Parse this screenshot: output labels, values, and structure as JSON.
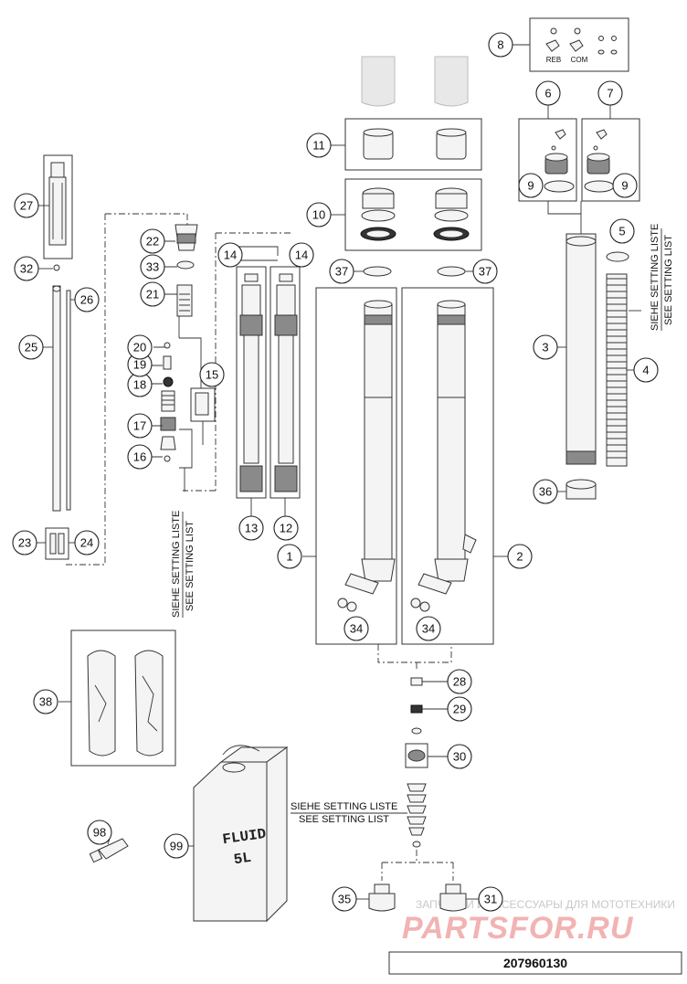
{
  "callouts": {
    "c1": "1",
    "c2": "2",
    "c3": "3",
    "c4": "4",
    "c5": "5",
    "c6": "6",
    "c7": "7",
    "c8": "8",
    "c9a": "9",
    "c9b": "9",
    "c10": "10",
    "c11": "11",
    "c12": "12",
    "c13": "13",
    "c14a": "14",
    "c14b": "14",
    "c15": "15",
    "c16": "16",
    "c17": "17",
    "c18": "18",
    "c19": "19",
    "c20": "20",
    "c21": "21",
    "c22": "22",
    "c23": "23",
    "c24": "24",
    "c25": "25",
    "c26": "26",
    "c27": "27",
    "c28": "28",
    "c29": "29",
    "c30": "30",
    "c31": "31",
    "c32": "32",
    "c33": "33",
    "c34a": "34",
    "c34b": "34",
    "c35": "35",
    "c36": "36",
    "c37a": "37",
    "c37b": "37",
    "c38": "38",
    "c98": "98",
    "c99": "99"
  },
  "notes": {
    "setting_de": "SIEHE SETTING LISTE",
    "setting_en": "SEE SETTING LIST"
  },
  "labels": {
    "reb": "REB",
    "com": "COM",
    "fluid": "FLUID",
    "volume": "5L"
  },
  "watermark": {
    "line1": "ЗАПЧАСТИ И АКСЕССУАРЫ ДЛЯ МОТОТЕХНИКИ",
    "line2": "PARTSFOR.RU"
  },
  "diagram_number": "207960130"
}
